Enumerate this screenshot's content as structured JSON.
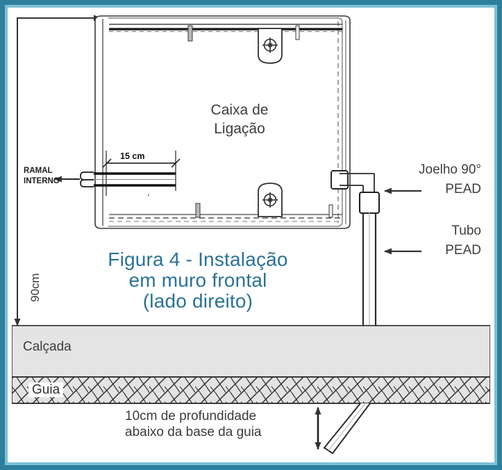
{
  "figure": {
    "title_lines": [
      "Figura 4 - Instalação",
      "em muro frontal",
      "(lado direito)"
    ],
    "title_color": "#2a7295",
    "frame_color": "#2d7f9d",
    "frame_inner_color": "#7cc0d4"
  },
  "box": {
    "label_line1": "Caixa de",
    "label_line2": "Ligação",
    "name": "caixa-de-ligacao"
  },
  "dimensions": {
    "height_label": "90cm",
    "width_label": "15 cm",
    "depth_line1": "10cm de profundidade",
    "depth_line2": "abaixo da base da guia"
  },
  "callouts": {
    "ramal_line1": "RAMAL",
    "ramal_line2": "INTERNO",
    "joelho_line1": "Joelho 90°",
    "joelho_line2": "PEAD",
    "tubo_line1": "Tubo",
    "tubo_line2": "PEAD"
  },
  "ground": {
    "sidewalk_label": "Calçada",
    "curb_label": "Guia",
    "sidewalk_color": "#e4e4e4",
    "curb_color": "#e0e0e0"
  }
}
